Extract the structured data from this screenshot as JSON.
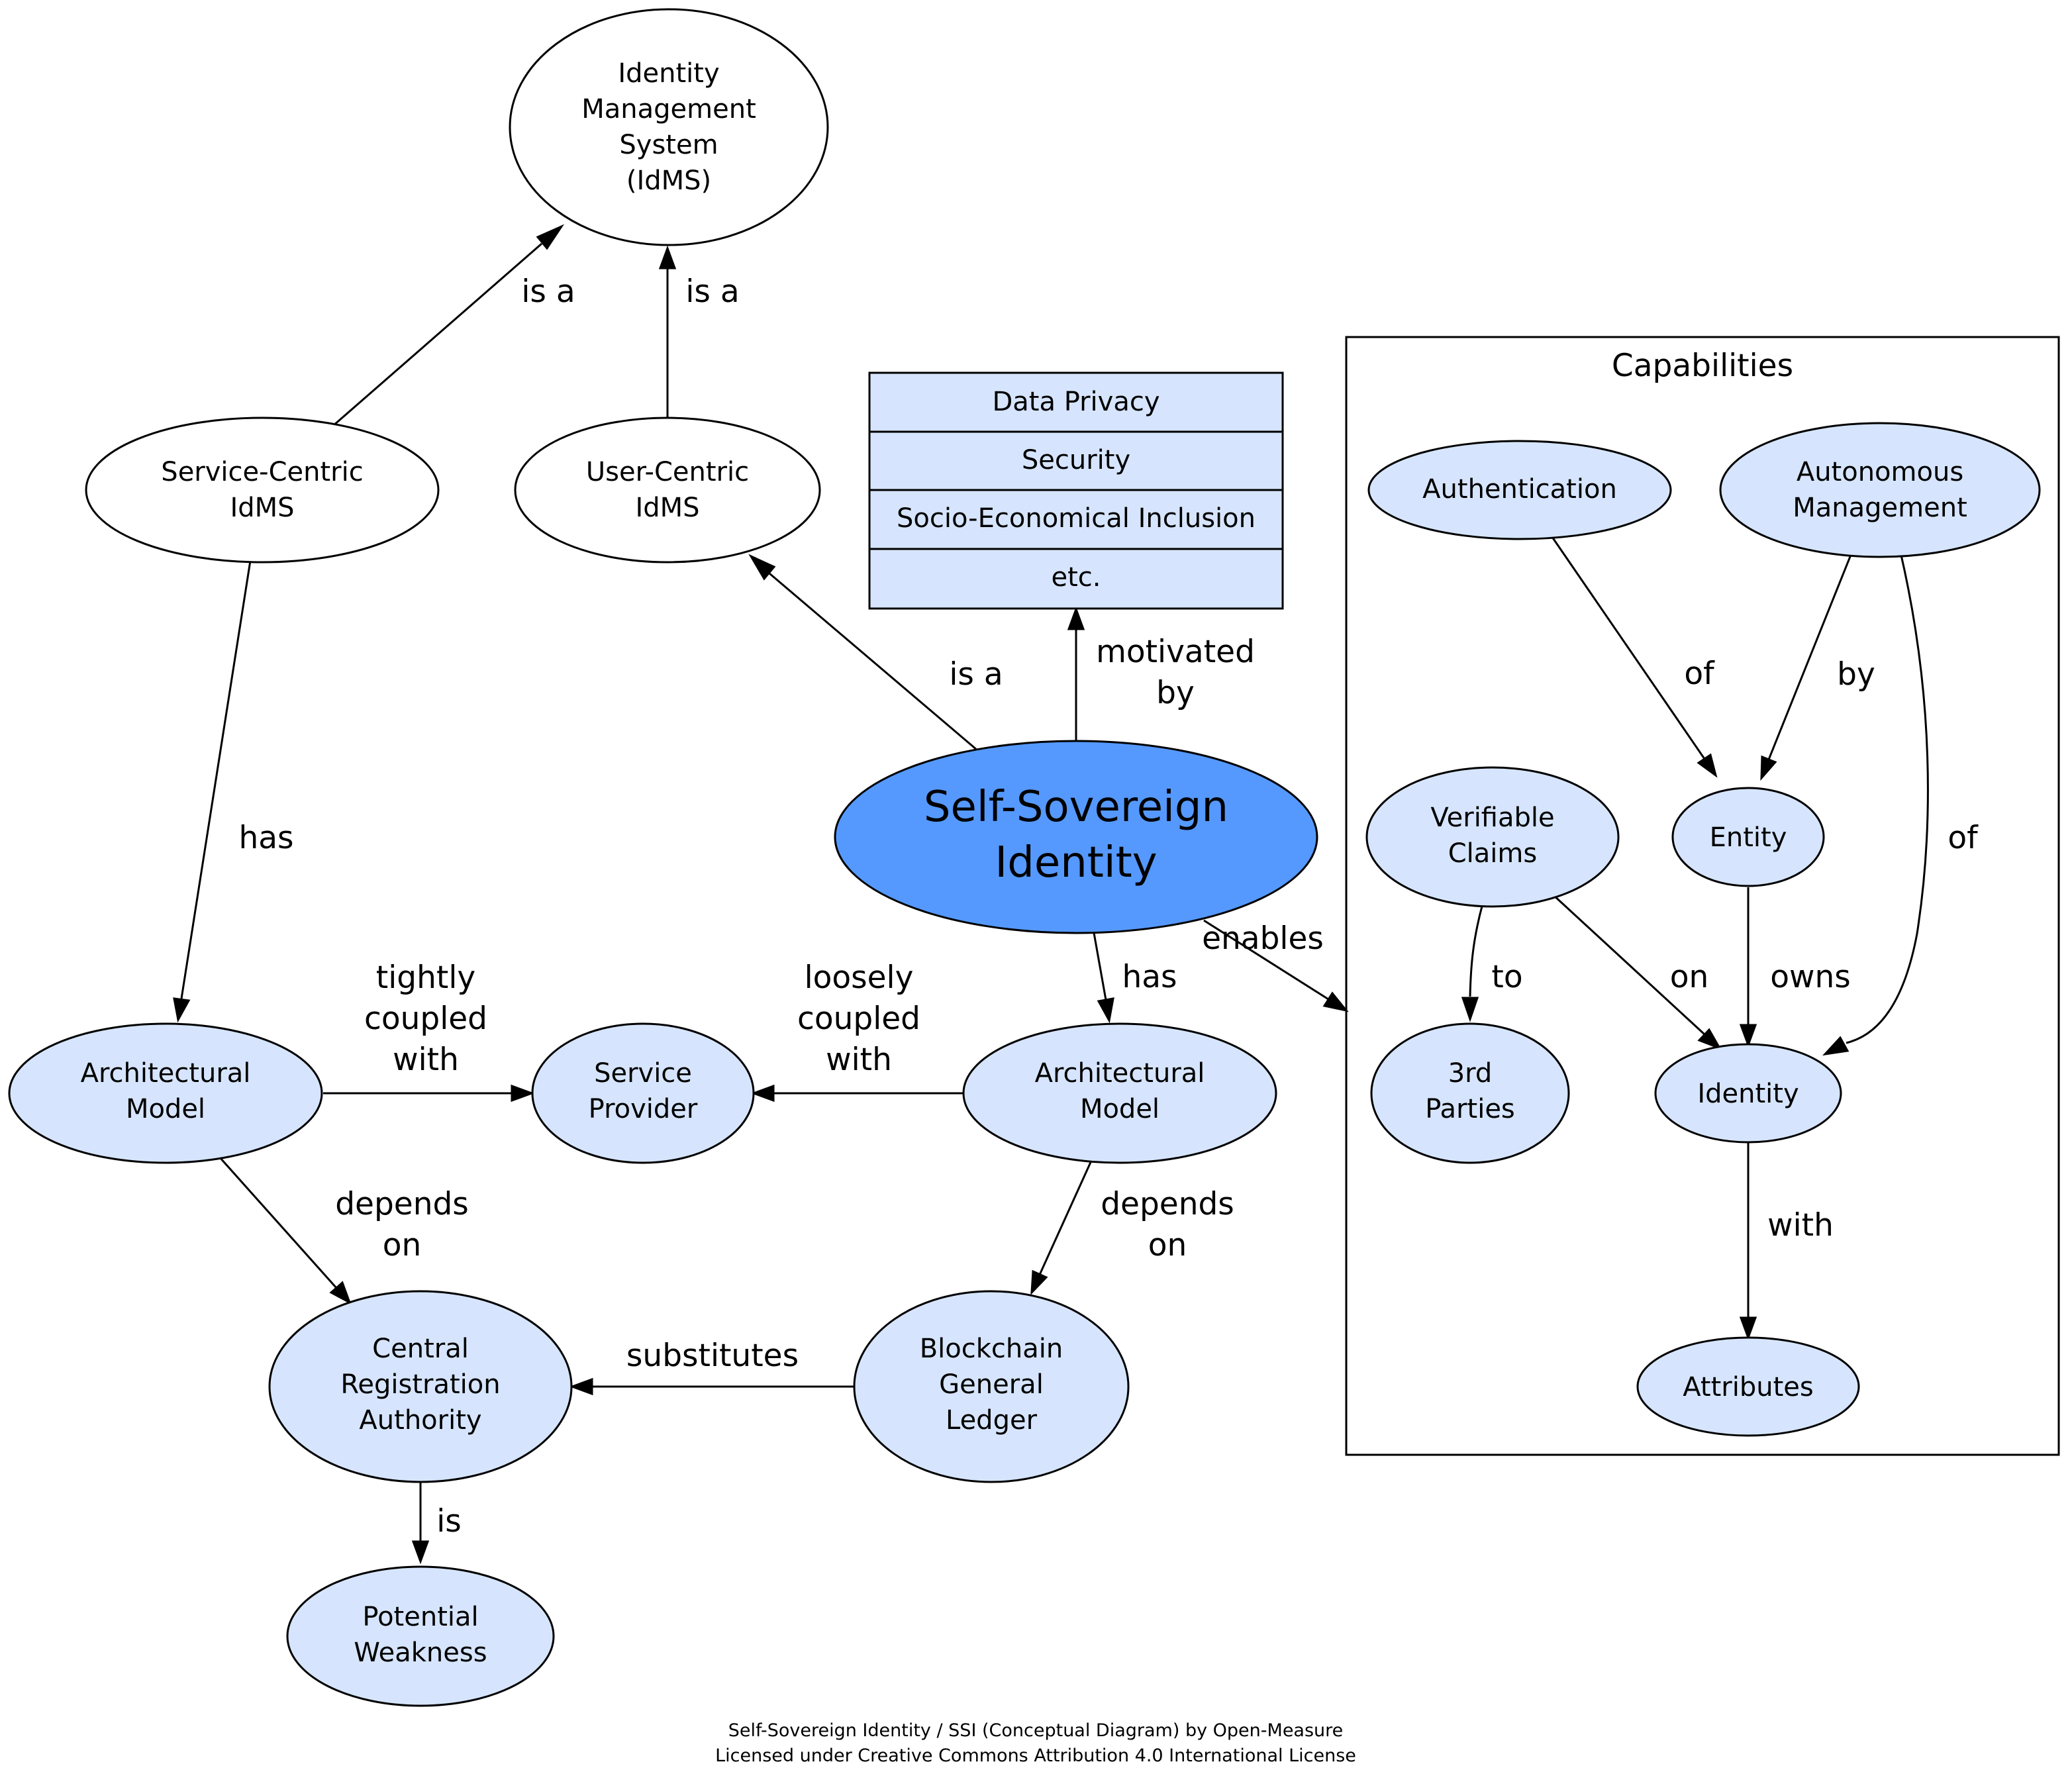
{
  "nodes": {
    "idms": [
      "Identity",
      "Management",
      "System",
      "(IdMS)"
    ],
    "service_centric": [
      "Service-Centric",
      "IdMS"
    ],
    "user_centric": [
      "User-Centric",
      "IdMS"
    ],
    "motivations": [
      "Data Privacy",
      "Security",
      "Socio-Economical Inclusion",
      "etc."
    ],
    "ssi": [
      "Self-Sovereign",
      "Identity"
    ],
    "arch_left": [
      "Architectural",
      "Model"
    ],
    "service_provider": [
      "Service",
      "Provider"
    ],
    "arch_right": [
      "Architectural",
      "Model"
    ],
    "central_ra": [
      "Central",
      "Registration",
      "Authority"
    ],
    "blockchain": [
      "Blockchain",
      "General",
      "Ledger"
    ],
    "potential_weakness": [
      "Potential",
      "Weakness"
    ],
    "authentication": [
      "Authentication"
    ],
    "autonomous_management": [
      "Autonomous",
      "Management"
    ],
    "verifiable_claims": [
      "Verifiable",
      "Claims"
    ],
    "entity": [
      "Entity"
    ],
    "third_parties": [
      "3rd",
      "Parties"
    ],
    "identity": [
      "Identity"
    ],
    "attributes": [
      "Attributes"
    ]
  },
  "cluster_title": "Capabilities",
  "edge_labels": {
    "sc_isa": "is a",
    "uc_isa": "is a",
    "ssi_isa": "is a",
    "motivated_by": [
      "motivated",
      "by"
    ],
    "sc_has": "has",
    "ssi_has": "has",
    "enables": "enables",
    "tightly": [
      "tightly",
      "coupled",
      "with"
    ],
    "loosely": [
      "loosely",
      "coupled",
      "with"
    ],
    "depends_left": [
      "depends",
      "on"
    ],
    "depends_right": [
      "depends",
      "on"
    ],
    "substitutes": "substitutes",
    "is": "is",
    "auth_of": "of",
    "auto_by": "by",
    "auto_of": "of",
    "to": "to",
    "on": "on",
    "owns": "owns",
    "with": "with"
  },
  "footer": [
    "Self-Sovereign Identity / SSI (Conceptual Diagram) by Open-Measure",
    "Licensed under Creative Commons Attribution 4.0 International License"
  ],
  "colors": {
    "node_fill": "#d6e5fd",
    "ssi_fill": "#5599fe",
    "plain_fill": "#ffffff"
  }
}
